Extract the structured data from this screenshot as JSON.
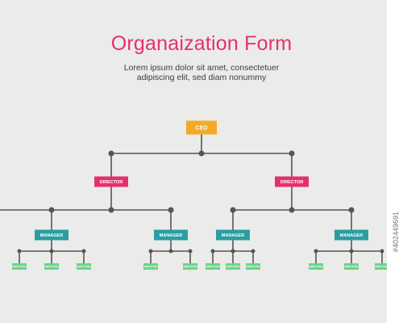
{
  "header": {
    "title": "Organaization Form",
    "subtitle_line1": "Lorem ipsum dolor sit amet, consectetuer",
    "subtitle_line2": "adipiscing elit, sed diam nonummy"
  },
  "chart": {
    "colors": {
      "ceo": "#f4aa24",
      "director": "#e6306b",
      "manager": "#2a9ea1",
      "employee": "#6bd68a",
      "line": "#555555",
      "title": "#e6306b"
    },
    "ceo": "CEO",
    "directors": [
      {
        "label": "DIRECTOR",
        "managers": [
          {
            "label": "MANAGER",
            "employees": [
              "EMPLOYEE",
              "EMPLOYEE",
              "EMPLOYEE"
            ]
          },
          {
            "label": "MANAGER",
            "employees": [
              "EMPLOYEE",
              "EMPLOYEE"
            ]
          }
        ]
      },
      {
        "label": "DIRECTOR",
        "managers": [
          {
            "label": "MANAGER",
            "employees": [
              "EMPLOYEE",
              "EMPLOYEE",
              "EMPLOYEE"
            ]
          },
          {
            "label": "MANAGER",
            "employees": [
              "EMPLOYEE",
              "EMPLOYEE",
              "EMPLOYEE"
            ]
          }
        ]
      }
    ]
  },
  "stock": {
    "id_text": "#402449691"
  }
}
